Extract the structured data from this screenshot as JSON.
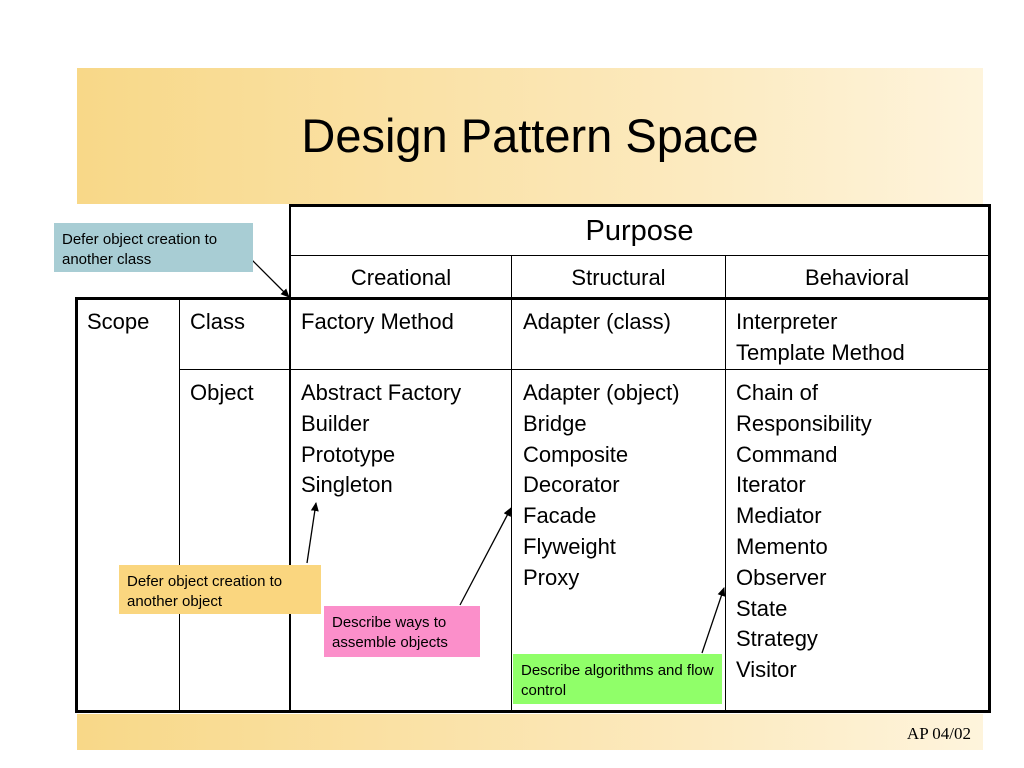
{
  "slide": {
    "title": "Design Pattern Space",
    "footer": "AP 04/02"
  },
  "table": {
    "purpose_header": "Purpose",
    "columns": [
      "Creational",
      "Structural",
      "Behavioral"
    ],
    "scope_label": "Scope",
    "rows": [
      {
        "label": "Class",
        "creational": [
          "Factory Method"
        ],
        "structural": [
          "Adapter (class)"
        ],
        "behavioral": [
          "Interpreter",
          "Template Method"
        ]
      },
      {
        "label": "Object",
        "creational": [
          "Abstract Factory",
          "Builder",
          "Prototype",
          "Singleton"
        ],
        "structural": [
          "Adapter (object)",
          "Bridge",
          "Composite",
          "Decorator",
          "Facade",
          "Flyweight",
          "Proxy"
        ],
        "behavioral": [
          "Chain of",
          "Responsibility",
          "Command",
          "Iterator",
          "Mediator",
          "Memento",
          "Observer",
          "State",
          "Strategy",
          "Visitor"
        ]
      }
    ]
  },
  "callouts": {
    "class_creation": {
      "text": "Defer object creation to another class",
      "color": "#a8cdd4"
    },
    "object_creation": {
      "text": "Defer object creation to another object",
      "color": "#fad67f"
    },
    "structural": {
      "text": "Describe ways to assemble objects",
      "color": "#fb8fca"
    },
    "behavioral": {
      "text": "Describe algorithms and flow control",
      "color": "#90ff69"
    }
  }
}
